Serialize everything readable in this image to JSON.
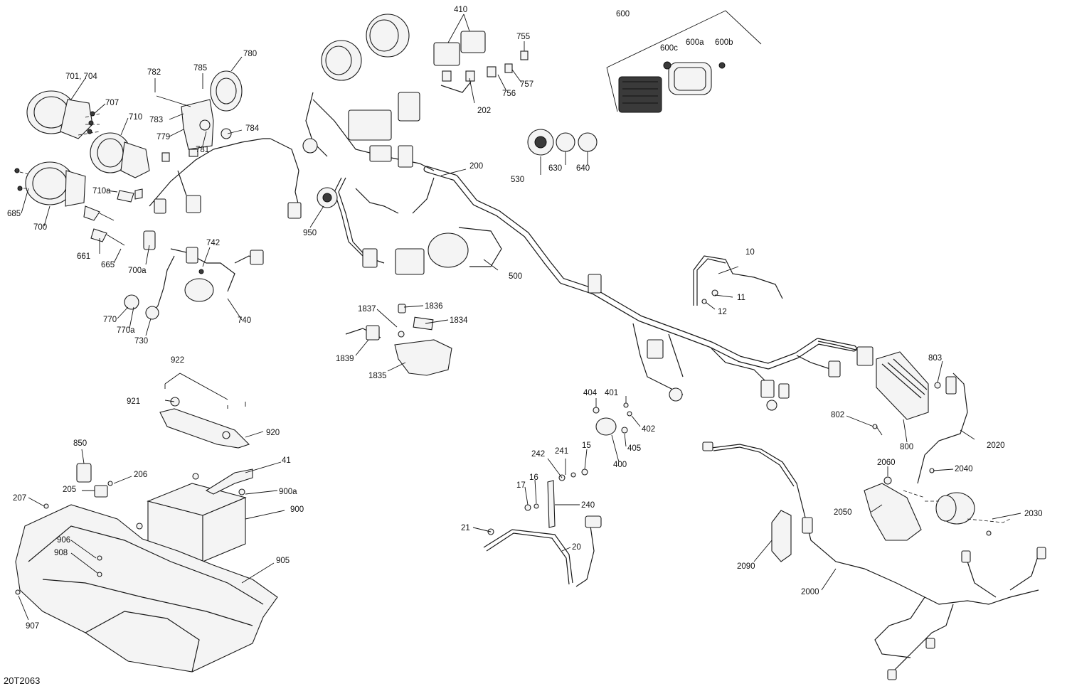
{
  "reference": "20T2063",
  "callouts": [
    {
      "id": "c600",
      "text": "600"
    },
    {
      "id": "c600c",
      "text": "600c"
    },
    {
      "id": "c600a",
      "text": "600a"
    },
    {
      "id": "c600b",
      "text": "600b"
    },
    {
      "id": "c410",
      "text": "410"
    },
    {
      "id": "c755",
      "text": "755"
    },
    {
      "id": "c757",
      "text": "757"
    },
    {
      "id": "c756",
      "text": "756"
    },
    {
      "id": "c202",
      "text": "202"
    },
    {
      "id": "c780",
      "text": "780"
    },
    {
      "id": "c785",
      "text": "785"
    },
    {
      "id": "c782",
      "text": "782"
    },
    {
      "id": "c701",
      "text": "701, 704"
    },
    {
      "id": "c707",
      "text": "707"
    },
    {
      "id": "c710",
      "text": "710"
    },
    {
      "id": "c783",
      "text": "783"
    },
    {
      "id": "c779",
      "text": "779"
    },
    {
      "id": "c784",
      "text": "784"
    },
    {
      "id": "c781",
      "text": "781"
    },
    {
      "id": "c200",
      "text": "200"
    },
    {
      "id": "c530",
      "text": "530"
    },
    {
      "id": "c630",
      "text": "630"
    },
    {
      "id": "c640",
      "text": "640"
    },
    {
      "id": "c710a",
      "text": "710a"
    },
    {
      "id": "c685",
      "text": "685"
    },
    {
      "id": "c700",
      "text": "700"
    },
    {
      "id": "c950",
      "text": "950"
    },
    {
      "id": "c661",
      "text": "661"
    },
    {
      "id": "c665",
      "text": "665"
    },
    {
      "id": "c700a",
      "text": "700a"
    },
    {
      "id": "c742",
      "text": "742"
    },
    {
      "id": "c500",
      "text": "500"
    },
    {
      "id": "c10",
      "text": "10"
    },
    {
      "id": "c11",
      "text": "11"
    },
    {
      "id": "c12",
      "text": "12"
    },
    {
      "id": "c740",
      "text": "740"
    },
    {
      "id": "c770",
      "text": "770"
    },
    {
      "id": "c770a",
      "text": "770a"
    },
    {
      "id": "c730",
      "text": "730"
    },
    {
      "id": "c1836",
      "text": "1836"
    },
    {
      "id": "c1837",
      "text": "1837"
    },
    {
      "id": "c1834",
      "text": "1834"
    },
    {
      "id": "c1839",
      "text": "1839"
    },
    {
      "id": "c1835",
      "text": "1835"
    },
    {
      "id": "c803",
      "text": "803"
    },
    {
      "id": "c922",
      "text": "922"
    },
    {
      "id": "c921",
      "text": "921"
    },
    {
      "id": "c920",
      "text": "920"
    },
    {
      "id": "c404",
      "text": "404"
    },
    {
      "id": "c401",
      "text": "401"
    },
    {
      "id": "c402",
      "text": "402"
    },
    {
      "id": "c405",
      "text": "405"
    },
    {
      "id": "c400",
      "text": "400"
    },
    {
      "id": "c802",
      "text": "802"
    },
    {
      "id": "c800",
      "text": "800"
    },
    {
      "id": "c2020",
      "text": "2020"
    },
    {
      "id": "c850",
      "text": "850"
    },
    {
      "id": "c41",
      "text": "41"
    },
    {
      "id": "c242",
      "text": "242"
    },
    {
      "id": "c241",
      "text": "241"
    },
    {
      "id": "c15",
      "text": "15"
    },
    {
      "id": "c206",
      "text": "206"
    },
    {
      "id": "c205",
      "text": "205"
    },
    {
      "id": "c207",
      "text": "207"
    },
    {
      "id": "c900a",
      "text": "900a"
    },
    {
      "id": "c900",
      "text": "900"
    },
    {
      "id": "c16",
      "text": "16"
    },
    {
      "id": "c17",
      "text": "17"
    },
    {
      "id": "c240",
      "text": "240"
    },
    {
      "id": "c400b",
      "text": "400"
    },
    {
      "id": "c2060",
      "text": "2060"
    },
    {
      "id": "c2040",
      "text": "2040"
    },
    {
      "id": "c2050",
      "text": "2050"
    },
    {
      "id": "c2030",
      "text": "2030"
    },
    {
      "id": "c21",
      "text": "21"
    },
    {
      "id": "c20",
      "text": "20"
    },
    {
      "id": "c906",
      "text": "906"
    },
    {
      "id": "c908",
      "text": "908"
    },
    {
      "id": "c905",
      "text": "905"
    },
    {
      "id": "c2090",
      "text": "2090"
    },
    {
      "id": "c2000",
      "text": "2000"
    },
    {
      "id": "c907",
      "text": "907"
    }
  ]
}
